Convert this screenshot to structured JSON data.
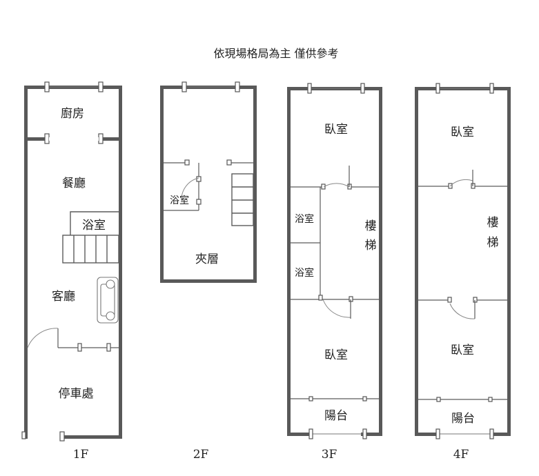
{
  "note": "依現場格局為主 僅供參考",
  "floors": {
    "f1": {
      "label": "1F",
      "rooms": {
        "kitchen": "廚房",
        "dining": "餐廳",
        "bath": "浴室",
        "living": "客廳",
        "parking": "停車處"
      }
    },
    "f2": {
      "label": "2F",
      "rooms": {
        "bath": "浴室",
        "mezzanine": "夾層"
      }
    },
    "f3": {
      "label": "3F",
      "rooms": {
        "bedroom_top": "臥室",
        "bath1": "浴室",
        "bath2": "浴室",
        "stair_1": "樓",
        "stair_2": "梯",
        "bedroom_bottom": "臥室",
        "balcony": "陽台"
      }
    },
    "f4": {
      "label": "4F",
      "rooms": {
        "bedroom_top": "臥室",
        "stair_1": "樓",
        "stair_2": "梯",
        "bedroom_bottom": "臥室",
        "balcony": "陽台"
      }
    }
  }
}
